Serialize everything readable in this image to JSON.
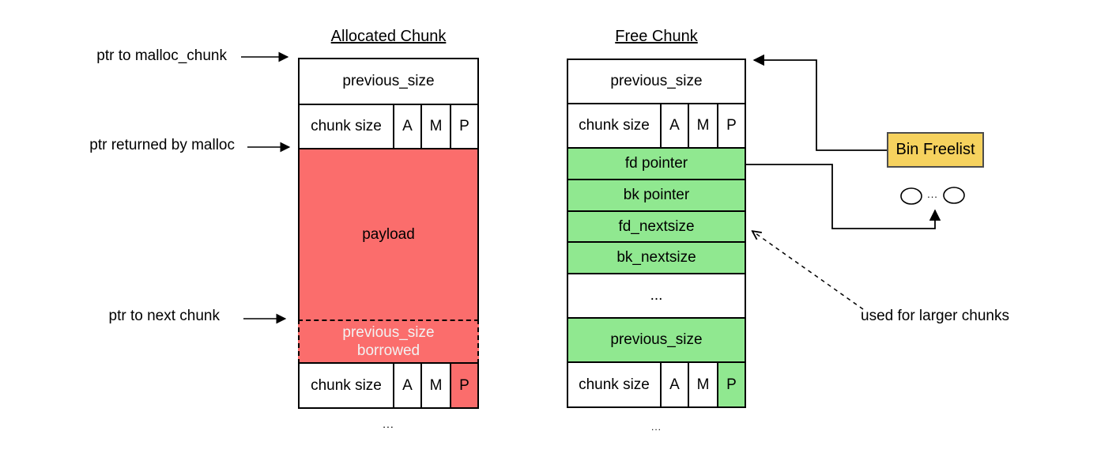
{
  "labels": {
    "ptr_to_malloc_chunk": "ptr to malloc_chunk",
    "ptr_returned_by_malloc": "ptr returned by malloc",
    "ptr_to_next_chunk": "ptr to next chunk",
    "used_for_larger_chunks": "used for larger chunks",
    "bin_freelist": "Bin Freelist",
    "freelist_ellipsis": "..."
  },
  "size_row": {
    "chunk_size": "chunk size",
    "flag_a": "A",
    "flag_m": "M",
    "flag_p": "P"
  },
  "allocated_chunk": {
    "title": "Allocated Chunk",
    "row_previous_size": "previous_size",
    "row_payload": "payload",
    "row_borrowed_line1": "previous_size",
    "row_borrowed_line2": "borrowed",
    "ellipsis": "..."
  },
  "free_chunk": {
    "title": "Free Chunk",
    "row_previous_size": "previous_size",
    "row_fd_pointer": "fd pointer",
    "row_bk_pointer": "bk pointer",
    "row_fd_nextsize": "fd_nextsize",
    "row_bk_nextsize": "bk_nextsize",
    "row_ellipsis": "...",
    "row_previous_size_2": "previous_size",
    "ellipsis": "..."
  },
  "colors": {
    "allocated_fill": "#FB6D6C",
    "free_fill": "#90E890",
    "freelist_fill": "#F6D25E",
    "freelist_border": "#4D4D4D",
    "line": "#000000"
  }
}
